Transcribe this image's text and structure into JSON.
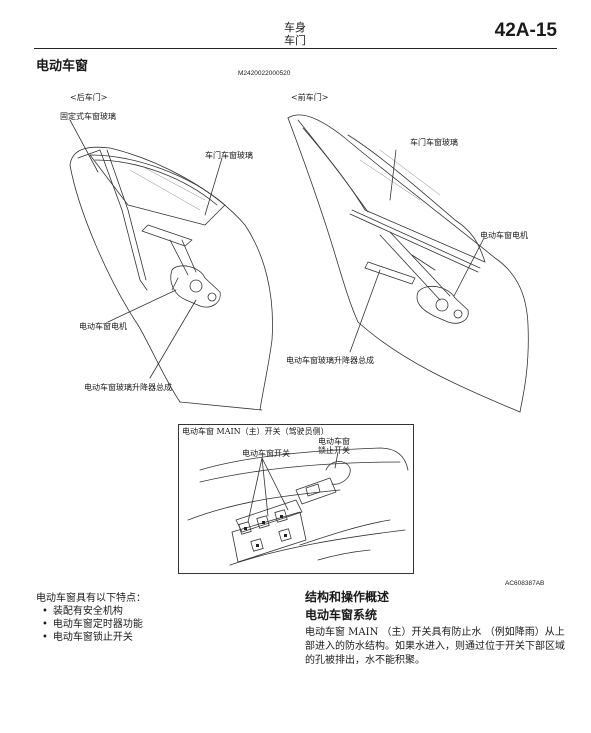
{
  "header": {
    "chapter": "车身",
    "section": "车门",
    "page_number": "42A-15"
  },
  "section_title": "电动车窗",
  "figure_code": "M2420022000520",
  "rear_door": {
    "heading": "<后车门>",
    "fixed_glass": "固定式车窗玻璃",
    "door_glass": "车门车窗玻璃",
    "motor": "电动车窗电机",
    "regulator": "电动车窗玻璃升降器总成"
  },
  "front_door": {
    "heading": "<前车门>",
    "door_glass": "车门车窗玻璃",
    "motor": "电动车窗电机",
    "regulator": "电动车窗玻璃升降器总成"
  },
  "switch_panel": {
    "title": "电动车窗 MAIN（主）开关（驾驶员侧）",
    "window_switch": "电动车窗开关",
    "lock_switch_line1": "电动车窗",
    "lock_switch_line2": "锁止开关"
  },
  "image_code": "AC608387AB",
  "features": {
    "intro": "电动车窗具有以下特点：",
    "items": [
      "装配有安全机构",
      "电动车窗定时器功能",
      "电动车窗锁止开关"
    ]
  },
  "description": {
    "heading": "结构和操作概述",
    "subheading": "电动车窗系统",
    "body": "电动车窗 MAIN （主）开关具有防止水 （例如降雨）从上部进入的防水结构。如果水进入，则通过位于开关下部区域的孔被排出，水不能积聚。"
  }
}
